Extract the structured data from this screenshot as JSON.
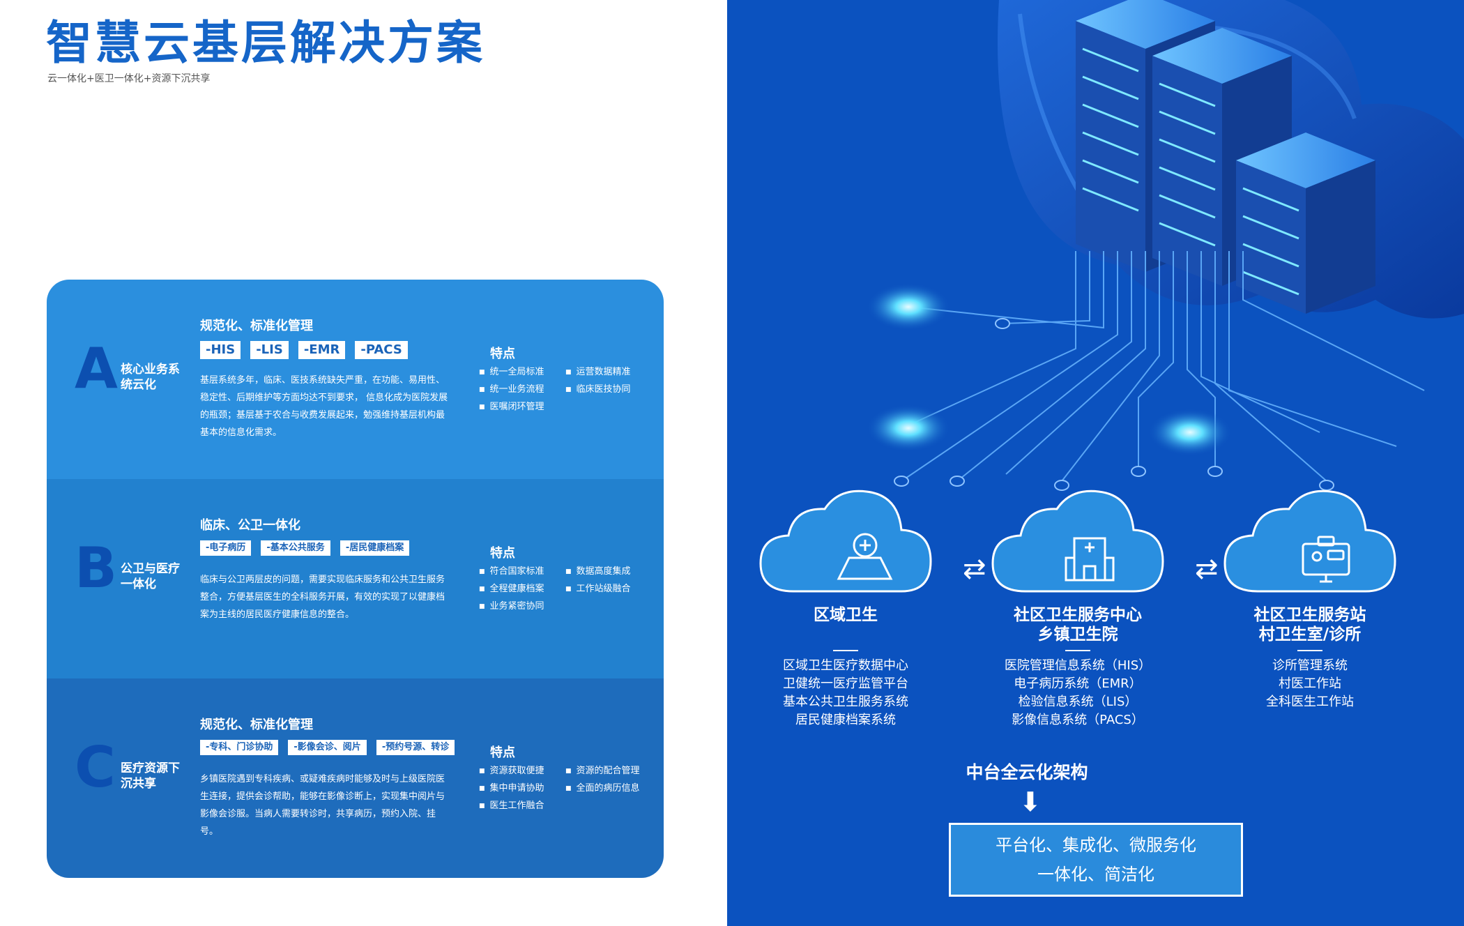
{
  "header": {
    "title": "智慧云基层解决方案",
    "subtitle": "云一体化+医卫一体化+资源下沉共享"
  },
  "sections": [
    {
      "letter": "A",
      "category": "核心业务系统云化",
      "title": "规范化、标准化管理",
      "tags": [
        "-HIS",
        "-LIS",
        "-EMR",
        "-PACS"
      ],
      "description": "基层系统多年，临床、医技系统缺失严重，在功能、易用性、稳定性、后期维护等方面均达不到要求， 信息化成为医院发展的瓶颈；基层基于农合与收费发展起来，勉强维持基层机构最基本的信息化需求。",
      "features_title": "特点",
      "features": [
        "统一全局标准",
        "运营数据精准",
        "统一业务流程",
        "临床医技协同",
        "医嘱闭环管理"
      ]
    },
    {
      "letter": "B",
      "category": "公卫与医疗一体化",
      "title": "临床、公卫一体化",
      "tags": [
        "-电子病历",
        "-基本公共服务",
        "-居民健康档案"
      ],
      "description": "临床与公卫两层皮的问题，需要实现临床服务和公共卫生服务整合，方便基层医生的全科服务开展，有效的实现了以健康档案为主线的居民医疗健康信息的整合。",
      "features_title": "特点",
      "features": [
        "符合国家标准",
        "数据高度集成",
        "全程健康档案",
        "工作站级融合",
        "业务紧密协同"
      ]
    },
    {
      "letter": "C",
      "category": "医疗资源下沉共享",
      "title": "规范化、标准化管理",
      "tags": [
        "-专科、门诊协助",
        "-影像会诊、阅片",
        "-预约号源、转诊"
      ],
      "description": "乡镇医院遇到专科疾病、或疑难疾病时能够及时与上级医院医生连接，提供会诊帮助，能够在影像诊断上，实现集中阅片与影像会诊服。当病人需要转诊时，共享病历，预约入院、挂号。",
      "features_title": "特点",
      "features": [
        "资源获取便捷",
        "资源的配合管理",
        "集中申请协助",
        "全面的病历信息",
        "医生工作融合"
      ]
    }
  ],
  "right": {
    "clouds": [
      {
        "icon": "map-hospital-icon",
        "label": "区域卫生",
        "items": [
          "区域卫生医疗数据中心",
          "卫健统一医疗监管平台",
          "基本公共卫生服务系统",
          "居民健康档案系统"
        ]
      },
      {
        "icon": "hospital-building-icon",
        "label": "社区卫生服务中心\n乡镇卫生院",
        "label_line1": "社区卫生服务中心",
        "label_line2": "乡镇卫生院",
        "items": [
          "医院管理信息系统（HIS）",
          "电子病历系统（EMR）",
          "检验信息系统（LIS）",
          "影像信息系统（PACS）"
        ]
      },
      {
        "icon": "clinic-workstation-icon",
        "label_line1": "社区卫生服务站",
        "label_line2": "村卫生室/诊所",
        "items": [
          "诊所管理系统",
          "村医工作站",
          "全科医生工作站"
        ]
      }
    ],
    "architecture": {
      "title": "中台全云化架构",
      "lines": [
        "平台化、集成化、微服务化",
        "一体化、简洁化"
      ]
    }
  },
  "colors": {
    "brand": "#1565c8",
    "panel_a": "#2b8fde",
    "panel_b": "#2281cf",
    "panel_c": "#1e6cbc",
    "right_bg": "#0b52bf"
  }
}
